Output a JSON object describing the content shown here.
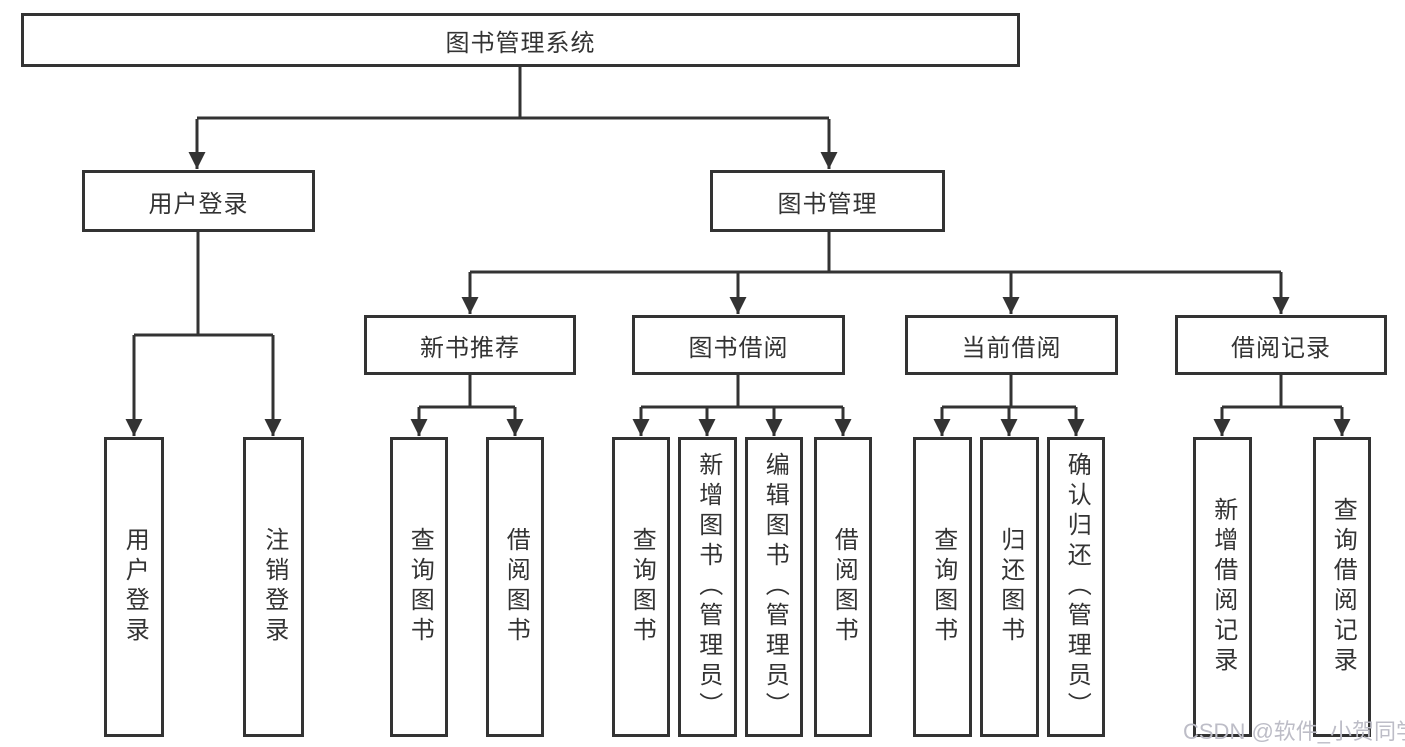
{
  "diagram": {
    "root": {
      "label": "图书管理系统"
    },
    "level2": {
      "user_login": {
        "label": "用户登录"
      },
      "book_mgmt": {
        "label": "图书管理"
      }
    },
    "level3": {
      "new_book_rec": {
        "label": "新书推荐"
      },
      "book_borrow": {
        "label": "图书借阅"
      },
      "current_borrow": {
        "label": "当前借阅"
      },
      "borrow_record": {
        "label": "借阅记录"
      }
    },
    "leaves": {
      "user_login": [
        "用户登录",
        "注销登录"
      ],
      "new_book_rec": [
        "查询图书",
        "借阅图书"
      ],
      "book_borrow": [
        "查询图书",
        "新增图书（管理员）",
        "编辑图书（管理员）",
        "借阅图书"
      ],
      "current_borrow": [
        "查询图书",
        "归还图书",
        "确认归还（管理员）"
      ],
      "borrow_record": [
        "新增借阅记录",
        "查询借阅记录"
      ]
    }
  },
  "watermark": {
    "text": "CSDN @软件_小贺同学"
  },
  "colors": {
    "line": "#333333",
    "text": "#333333",
    "box_fill": "#ffffff",
    "bg": "#ffffff",
    "watermark": "#bdbdc7"
  }
}
